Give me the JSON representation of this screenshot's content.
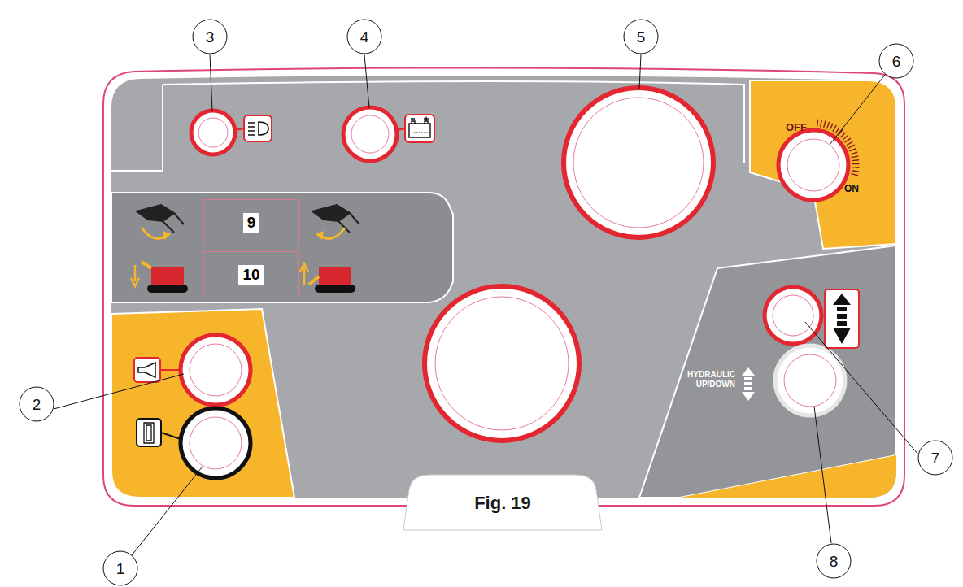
{
  "diagram": {
    "caption": "Fig. 19",
    "nodes": [
      {
        "text": [
          "3"
        ]
      },
      {
        "text": [
          "4"
        ]
      },
      {
        "text": [
          "5"
        ]
      },
      {
        "text": [
          "6"
        ]
      },
      {
        "text": [
          "9"
        ]
      },
      {
        "text": [
          "10"
        ]
      },
      {
        "text": [
          "2"
        ]
      },
      {
        "text": [
          "7"
        ]
      },
      {
        "text": [
          "1"
        ]
      },
      {
        "text": [
          "8"
        ]
      }
    ],
    "labels": [
      "OFF",
      "ON",
      "HYDRAULIC UP/DOWN"
    ]
  }
}
